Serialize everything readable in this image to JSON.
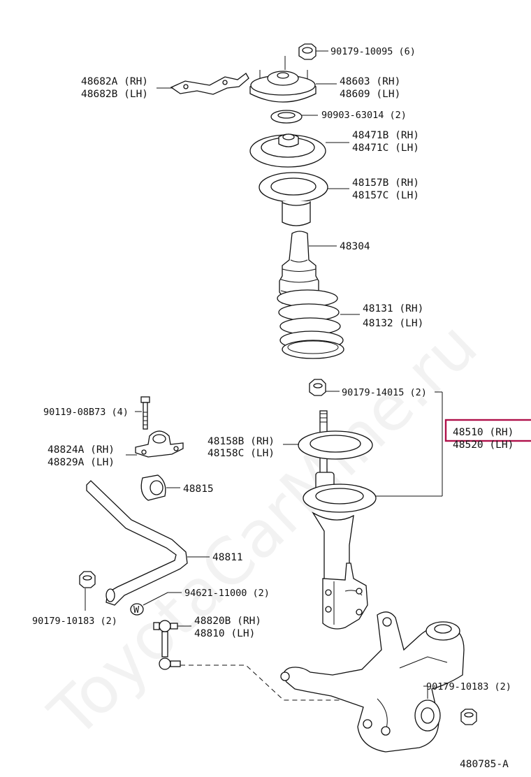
{
  "diagram_code": "480785-A",
  "watermark": "ToyotaCarMine.ru",
  "highlight_color": "#b0104a",
  "callouts": {
    "nut_top": "90179-10095 (6)",
    "support_rh": "48603 (RH)",
    "support_lh": "48609 (LH)",
    "cover_rh": "48682A (RH)",
    "cover_lh": "48682B (LH)",
    "bearing": "90903-63014 (2)",
    "upper_seat_rh": "48471B (RH)",
    "upper_seat_lh": "48471C (LH)",
    "insulator_rh": "48157B (RH)",
    "insulator_lh": "48157C (LH)",
    "bumper": "48304",
    "spring_rh": "48131 (RH)",
    "spring_lh": "48132 (LH)",
    "nut_mid": "90179-14015 (2)",
    "absorber_rh": "48510 (RH)",
    "absorber_lh": "48520 (LH)",
    "lower_insulator_rh": "48158B (RH)",
    "lower_insulator_lh": "48158C (LH)",
    "bolt": "90119-08B73 (4)",
    "bracket_rh": "48824A (RH)",
    "bracket_lh": "48829A (LH)",
    "bushing": "48815",
    "stabilizer_bar": "48811",
    "nut_left": "90179-10183 (2)",
    "washer": "94621-11000 (2)",
    "link_rh": "48820B (RH)",
    "link_lh": "48810   (LH)",
    "nut_right": "90179-10183 (2)"
  }
}
